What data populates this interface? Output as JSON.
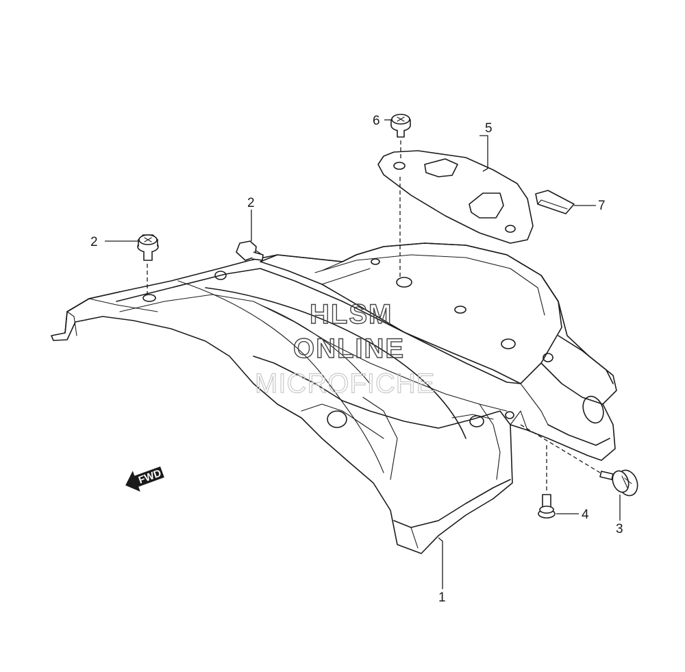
{
  "callouts": {
    "part1": "1",
    "part2a": "2",
    "part2b": "2",
    "part3": "3",
    "part4": "4",
    "part5": "5",
    "part6": "6",
    "part7": "7"
  },
  "watermark": {
    "line1": "HLSM",
    "line2": "ONLINE",
    "line3": "MICROFICHE"
  },
  "direction_arrow": {
    "label": "FWD",
    "icon": "forward-arrow-icon"
  },
  "colors": {
    "line": "#1a1a1a",
    "watermark_dark": "#444444",
    "watermark_light": "#c8c8c8"
  }
}
